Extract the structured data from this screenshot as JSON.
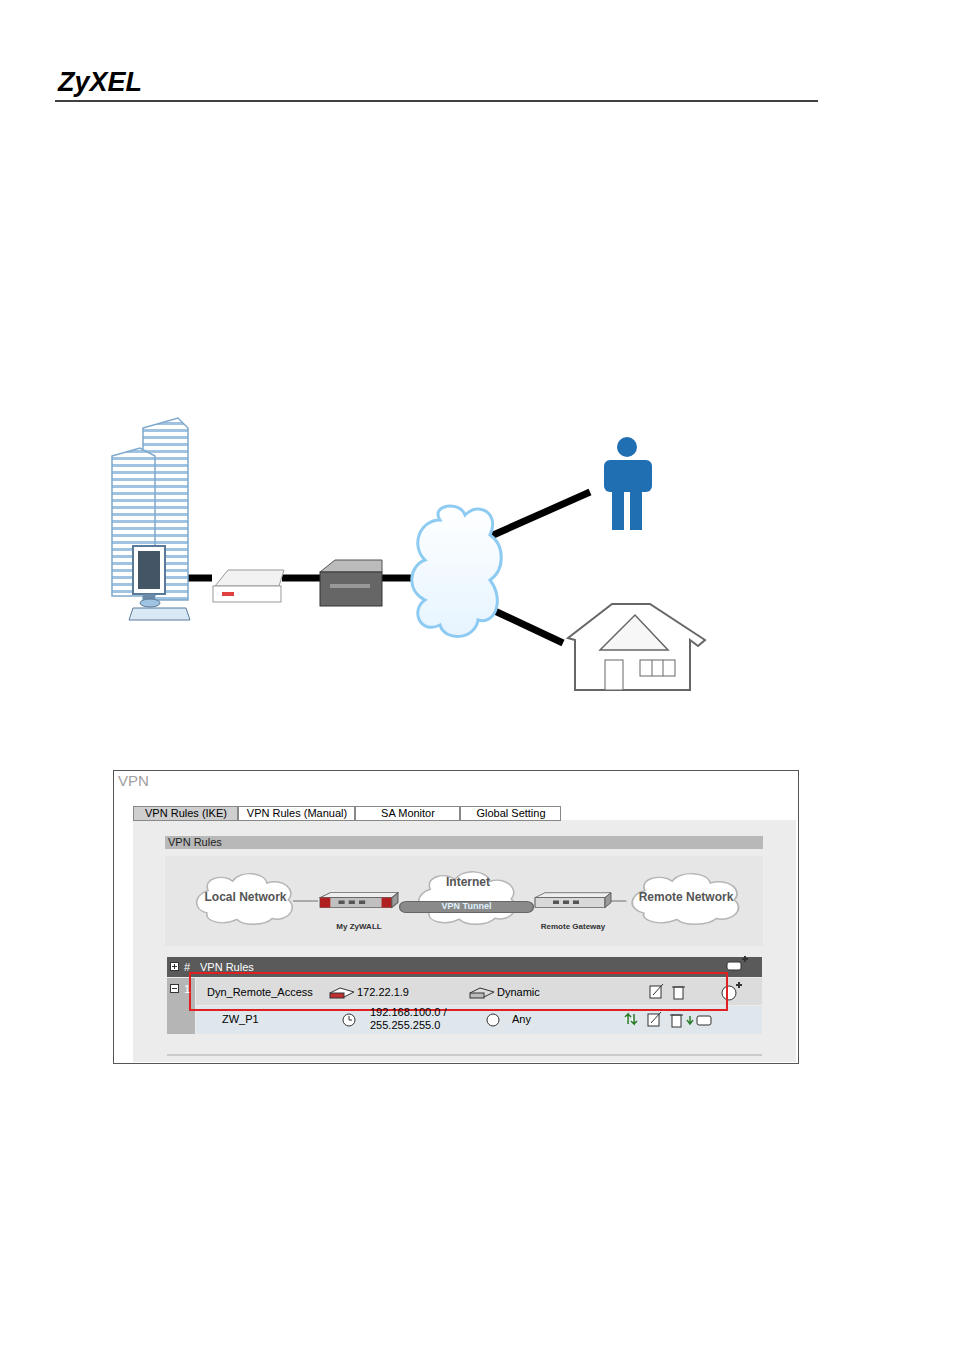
{
  "diagram": {
    "nodes": [
      {
        "text": [
          "Local Network"
        ]
      },
      {
        "text": [
          "My ZyWALL"
        ]
      },
      {
        "text": [
          "Internet"
        ]
      },
      {
        "text": [
          "VPN Tunnel"
        ]
      },
      {
        "text": [
          "Remote Gateway"
        ]
      },
      {
        "text": [
          "Remote Network"
        ]
      }
    ],
    "edges": [
      {
        "from": 0,
        "to": 1,
        "arrow": "none"
      },
      {
        "from": 4,
        "to": 5,
        "arrow": "none"
      }
    ],
    "labels": [
      "ZyXEL",
      "VPN",
      "VPN Rules (IKE)",
      "VPN Rules (Manual)",
      "SA Monitor",
      "Global Setting",
      "VPN Rules",
      "#",
      "VPN Rules",
      "1",
      "Dyn_Remote_Access",
      "172.22.1.9",
      "Dynamic",
      "ZW_P1",
      "192.168.100.0 / 255.255.255.0",
      "Any"
    ]
  }
}
